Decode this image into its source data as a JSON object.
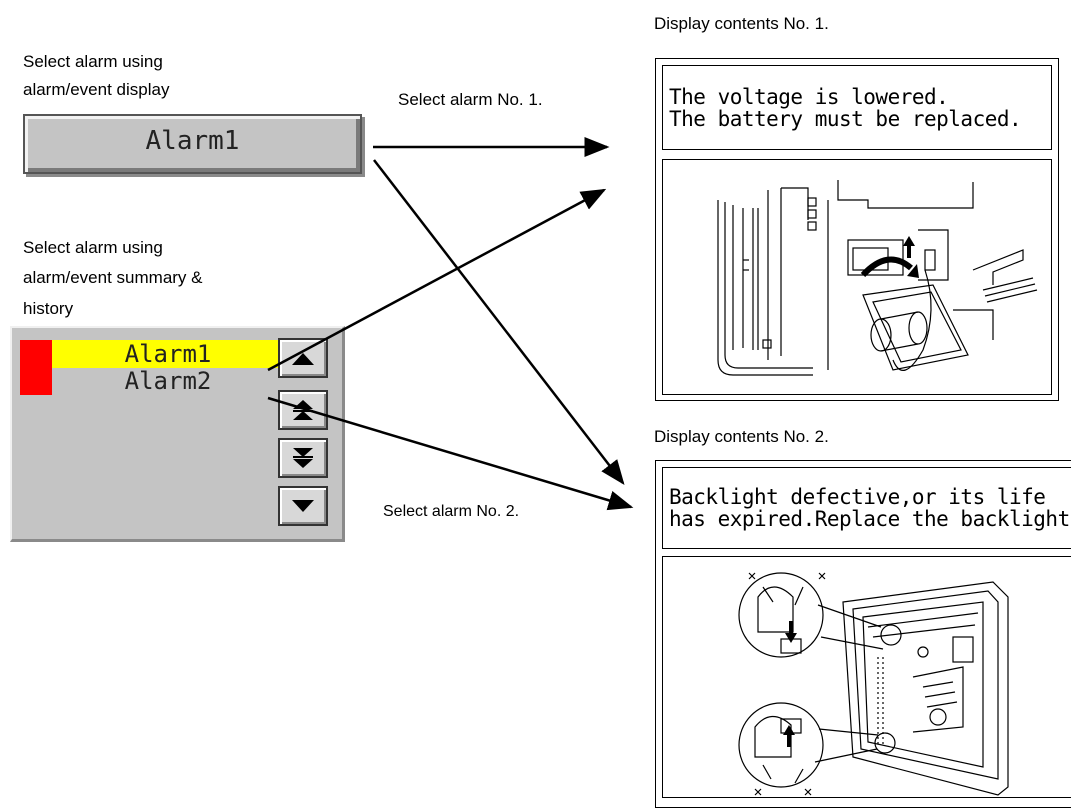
{
  "labels": {
    "display1_title": "Display contents No. 1.",
    "display2_title": "Display contents No. 2.",
    "select_display_line1": "Select alarm using",
    "select_display_line2": "alarm/event display",
    "select_summary_line1": "Select alarm using",
    "select_summary_line2": "alarm/event summary &",
    "select_summary_line3": "history",
    "select_alarm1": "Select alarm No. 1.",
    "select_alarm2": "Select alarm No. 2."
  },
  "alarm_button": {
    "label": "Alarm1"
  },
  "summary": {
    "rows": [
      {
        "label": "Alarm1",
        "selected": true,
        "status_color": "#ff0000"
      },
      {
        "label": "Alarm2",
        "selected": false,
        "status_color": "#ff0000"
      }
    ],
    "scroll_buttons": [
      "arrow-up-icon",
      "page-up-icon",
      "page-down-icon",
      "arrow-down-icon"
    ]
  },
  "display1": {
    "message_line1": "The voltage is lowered.",
    "message_line2": "The battery must be replaced."
  },
  "display2": {
    "message_line1": "Backlight defective,or its life",
    "message_line2": "has expired.Replace the backlight."
  },
  "colors": {
    "highlight": "#ffff00",
    "alarm_marker": "#ff0000",
    "panel_gray": "#c4c4c4"
  }
}
